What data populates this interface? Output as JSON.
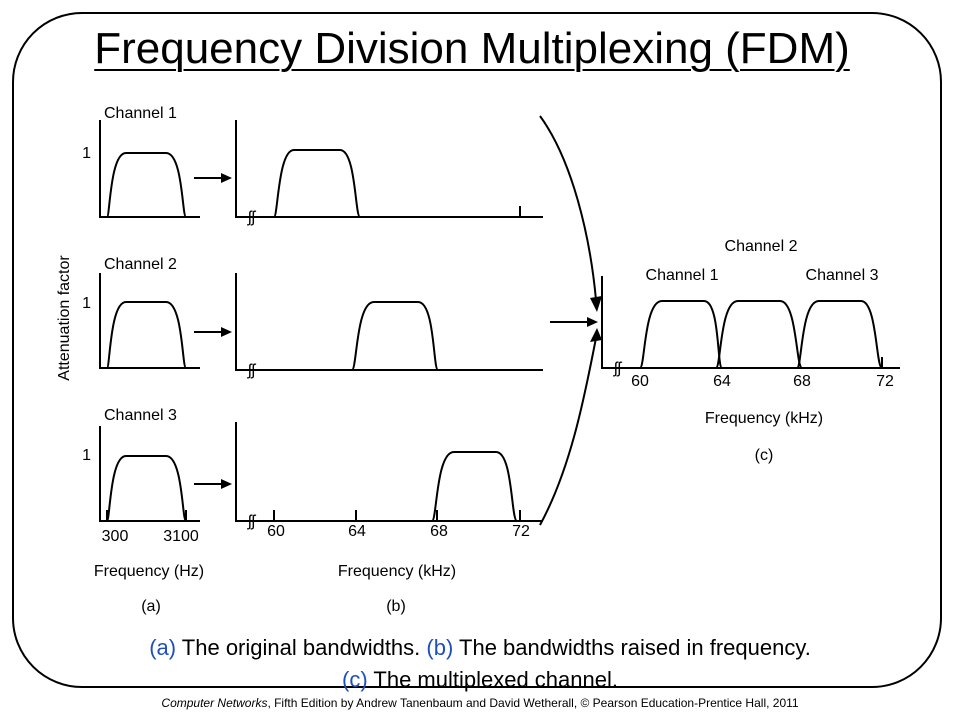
{
  "slide": {
    "title": "Frequency Division Multiplexing (FDM)"
  },
  "diagram": {
    "y_axis_label": "Attenuation factor",
    "unit_level": "1",
    "break_mark": "ʃʃ",
    "channels": [
      "Channel 1",
      "Channel 2",
      "Channel 3"
    ],
    "panel_a": {
      "ticks": [
        "300",
        "3100"
      ],
      "axis_label": "Frequency (Hz)",
      "letter": "(a)"
    },
    "panel_b": {
      "ticks": [
        "60",
        "64",
        "68",
        "72"
      ],
      "axis_label": "Frequency (kHz)",
      "letter": "(b)"
    },
    "panel_c": {
      "channel_labels": [
        "Channel 1",
        "Channel 2",
        "Channel 3"
      ],
      "ticks": [
        "60",
        "64",
        "68",
        "72"
      ],
      "axis_label": "Frequency (kHz)",
      "letter": "(c)"
    }
  },
  "caption": {
    "a_letter": "(a)",
    "a_text": "The original bandwidths.",
    "b_letter": "(b)",
    "b_text": "The bandwidths raised in frequency.",
    "c_letter": "(c)",
    "c_text": "The multiplexed channel."
  },
  "footer": {
    "book": "Computer Networks",
    "rest": ", Fifth Edition by Andrew Tanenbaum and David Wetherall, © Pearson Education-Prentice Hall, 2011"
  },
  "colors": {
    "caption_letters": "#1f4fbf",
    "lines": "#000000"
  }
}
